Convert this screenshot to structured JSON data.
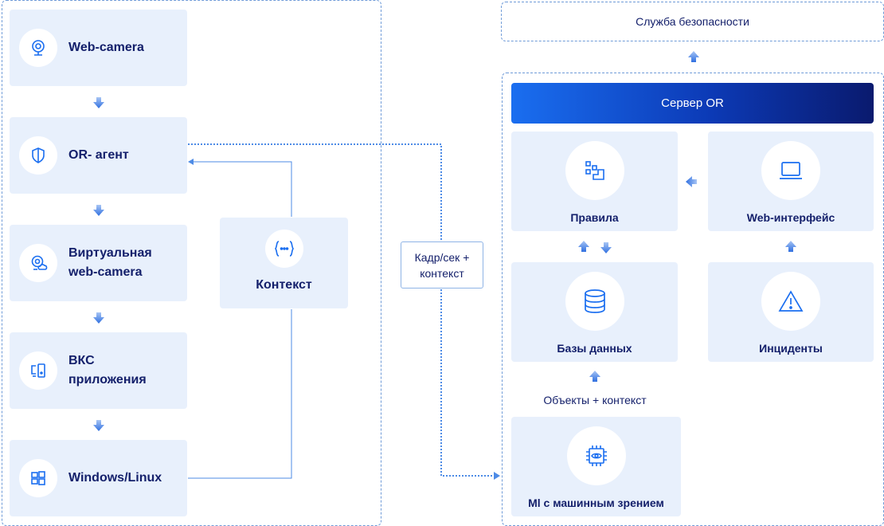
{
  "left_group": {
    "nodes": [
      {
        "label": "Web-camera",
        "icon": "webcam-icon"
      },
      {
        "label": "OR- агент",
        "icon": "shield-icon"
      },
      {
        "label": "Виртуальная web-camera",
        "icon": "virtual-webcam-icon"
      },
      {
        "label": "ВКС приложения",
        "icon": "devices-icon"
      },
      {
        "label": "Windows/Linux",
        "icon": "windows-icon"
      }
    ],
    "context": {
      "label": "Контекст",
      "icon": "code-braces-icon"
    }
  },
  "connector_label": "Кадр/сек + контекст",
  "security_service": "Служба безопасности",
  "server": {
    "title": "Сервер OR",
    "rules": {
      "label": "Правила",
      "icon": "rules-icon"
    },
    "web_interface": {
      "label": "Web-интерфейс",
      "icon": "laptop-icon"
    },
    "databases": {
      "label": "Базы данных",
      "icon": "database-icon"
    },
    "incidents": {
      "label": "Инциденты",
      "icon": "warning-icon"
    },
    "objects_label": "Объекты + контекст",
    "ml": {
      "label": "Ml с машинным зрением",
      "icon": "eye-chip-icon"
    }
  },
  "colors": {
    "accent": "#1a6ef0",
    "text": "#14206b",
    "card": "#e8f0fc",
    "border": "#6f9bd8"
  }
}
